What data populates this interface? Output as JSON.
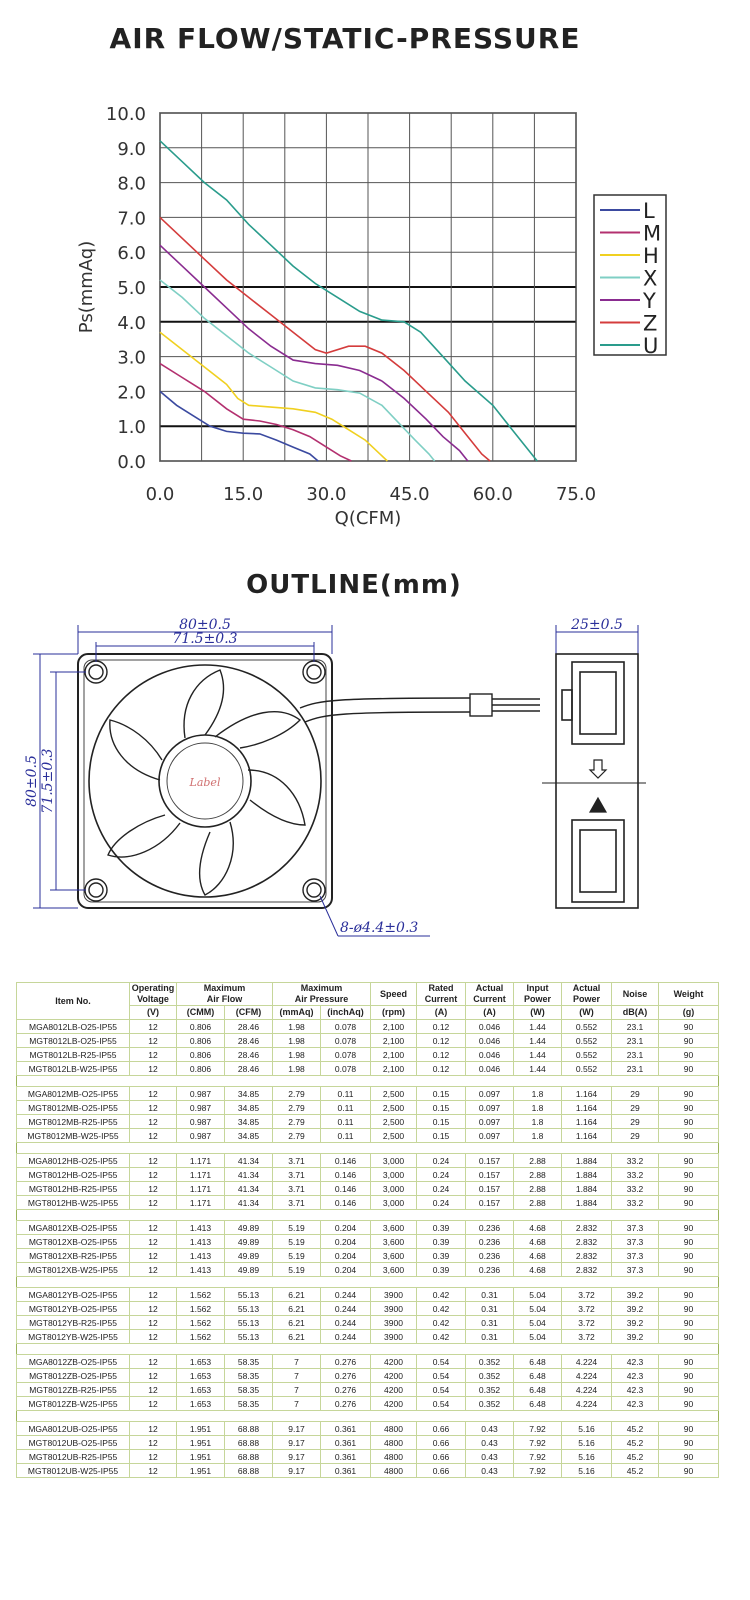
{
  "titles": {
    "chart_title": "AIR FLOW/STATIC-PRESSURE",
    "outline_title": "OUTLINE(mm)"
  },
  "chart_data": {
    "type": "line",
    "title": "AIR FLOW/STATIC-PRESSURE",
    "xlabel": "Q(CFM)",
    "ylabel": "Ps(mmAq)",
    "xlim": [
      0,
      75
    ],
    "ylim": [
      0,
      10
    ],
    "xticks": [
      "0.0",
      "15.0",
      "30.0",
      "45.0",
      "60.0",
      "75.0"
    ],
    "yticks": [
      "0.0",
      "1.0",
      "2.0",
      "3.0",
      "4.0",
      "5.0",
      "6.0",
      "7.0",
      "8.0",
      "9.0",
      "10.0"
    ],
    "grid": true,
    "legend": "right",
    "series": [
      {
        "name": "L",
        "color": "#3b4aa0",
        "points": [
          [
            0,
            2.0
          ],
          [
            3,
            1.6
          ],
          [
            6,
            1.3
          ],
          [
            9,
            1.0
          ],
          [
            12,
            0.85
          ],
          [
            15,
            0.8
          ],
          [
            18,
            0.78
          ],
          [
            21,
            0.6
          ],
          [
            24,
            0.4
          ],
          [
            27,
            0.2
          ],
          [
            28.5,
            0.0
          ]
        ]
      },
      {
        "name": "M",
        "color": "#b3306f",
        "points": [
          [
            0,
            2.8
          ],
          [
            4,
            2.4
          ],
          [
            8,
            2.0
          ],
          [
            12,
            1.5
          ],
          [
            15,
            1.2
          ],
          [
            18,
            1.15
          ],
          [
            21,
            1.05
          ],
          [
            24,
            0.9
          ],
          [
            27,
            0.7
          ],
          [
            30,
            0.4
          ],
          [
            32.5,
            0.15
          ],
          [
            34.5,
            0.0
          ]
        ]
      },
      {
        "name": "H",
        "color": "#f0d020",
        "points": [
          [
            0,
            3.7
          ],
          [
            4,
            3.2
          ],
          [
            8,
            2.7
          ],
          [
            12,
            2.2
          ],
          [
            14,
            1.8
          ],
          [
            16,
            1.6
          ],
          [
            20,
            1.55
          ],
          [
            24,
            1.5
          ],
          [
            28,
            1.4
          ],
          [
            31,
            1.2
          ],
          [
            34,
            0.9
          ],
          [
            37,
            0.6
          ],
          [
            39,
            0.3
          ],
          [
            41,
            0.0
          ]
        ]
      },
      {
        "name": "X",
        "color": "#7fcfc4",
        "points": [
          [
            0,
            5.2
          ],
          [
            4,
            4.7
          ],
          [
            8,
            4.1
          ],
          [
            12,
            3.6
          ],
          [
            16,
            3.1
          ],
          [
            20,
            2.7
          ],
          [
            24,
            2.3
          ],
          [
            28,
            2.1
          ],
          [
            32,
            2.05
          ],
          [
            36,
            1.95
          ],
          [
            40,
            1.6
          ],
          [
            43,
            1.1
          ],
          [
            46,
            0.6
          ],
          [
            48.5,
            0.2
          ],
          [
            49.5,
            0.0
          ]
        ]
      },
      {
        "name": "Y",
        "color": "#8a2c90",
        "points": [
          [
            0,
            6.2
          ],
          [
            4,
            5.6
          ],
          [
            8,
            5.0
          ],
          [
            12,
            4.4
          ],
          [
            16,
            3.8
          ],
          [
            20,
            3.3
          ],
          [
            24,
            2.9
          ],
          [
            28,
            2.8
          ],
          [
            32,
            2.75
          ],
          [
            36,
            2.6
          ],
          [
            40,
            2.3
          ],
          [
            44,
            1.8
          ],
          [
            48,
            1.2
          ],
          [
            51,
            0.7
          ],
          [
            54,
            0.3
          ],
          [
            55.5,
            0.0
          ]
        ]
      },
      {
        "name": "Z",
        "color": "#d43c3c",
        "points": [
          [
            0,
            7.0
          ],
          [
            4,
            6.4
          ],
          [
            8,
            5.8
          ],
          [
            12,
            5.2
          ],
          [
            16,
            4.7
          ],
          [
            20,
            4.2
          ],
          [
            24,
            3.7
          ],
          [
            28,
            3.2
          ],
          [
            30,
            3.1
          ],
          [
            34,
            3.3
          ],
          [
            37,
            3.3
          ],
          [
            40,
            3.1
          ],
          [
            44,
            2.6
          ],
          [
            48,
            2.0
          ],
          [
            52,
            1.4
          ],
          [
            55,
            0.8
          ],
          [
            58,
            0.2
          ],
          [
            59.5,
            0.0
          ]
        ]
      },
      {
        "name": "U",
        "color": "#2a9c8c",
        "points": [
          [
            0,
            9.2
          ],
          [
            4,
            8.6
          ],
          [
            8,
            8.0
          ],
          [
            12,
            7.5
          ],
          [
            16,
            6.8
          ],
          [
            20,
            6.2
          ],
          [
            24,
            5.6
          ],
          [
            28,
            5.1
          ],
          [
            32,
            4.7
          ],
          [
            36,
            4.3
          ],
          [
            40,
            4.05
          ],
          [
            44,
            4.0
          ],
          [
            47,
            3.7
          ],
          [
            51,
            3.0
          ],
          [
            55,
            2.3
          ],
          [
            60,
            1.6
          ],
          [
            63,
            1.0
          ],
          [
            66,
            0.4
          ],
          [
            68,
            0.0
          ]
        ]
      }
    ]
  },
  "outline": {
    "width_outer": "80±0.5",
    "width_inner": "71.5±0.3",
    "height_outer": "80±0.5",
    "height_inner": "71.5±0.3",
    "depth": "25±0.5",
    "holes": "8-ø4.4±0.3",
    "label": "Label"
  },
  "table": {
    "headers_top": [
      "Item No.",
      "Operating Voltage",
      "Maximum Air Flow",
      "Maximum Air Pressure",
      "Speed",
      "Rated Current",
      "Actual Current",
      "Input Power",
      "Actual Power",
      "Noise",
      "Weight"
    ],
    "units": [
      "(V)",
      "(CMM)",
      "(CFM)",
      "(mmAq)",
      "(inchAq)",
      "(rpm)",
      "(A)",
      "(A)",
      "(W)",
      "(W)",
      "dB(A)",
      "(g)"
    ],
    "groups": [
      [
        [
          "MGA8012LB-O25-IP55",
          "12",
          "0.806",
          "28.46",
          "1.98",
          "0.078",
          "2,100",
          "0.12",
          "0.046",
          "1.44",
          "0.552",
          "23.1",
          "90"
        ],
        [
          "MGT8012LB-O25-IP55",
          "12",
          "0.806",
          "28.46",
          "1.98",
          "0.078",
          "2,100",
          "0.12",
          "0.046",
          "1.44",
          "0.552",
          "23.1",
          "90"
        ],
        [
          "MGT8012LB-R25-IP55",
          "12",
          "0.806",
          "28.46",
          "1.98",
          "0.078",
          "2,100",
          "0.12",
          "0.046",
          "1.44",
          "0.552",
          "23.1",
          "90"
        ],
        [
          "MGT8012LB-W25-IP55",
          "12",
          "0.806",
          "28.46",
          "1.98",
          "0.078",
          "2,100",
          "0.12",
          "0.046",
          "1.44",
          "0.552",
          "23.1",
          "90"
        ]
      ],
      [
        [
          "MGA8012MB-O25-IP55",
          "12",
          "0.987",
          "34.85",
          "2.79",
          "0.11",
          "2,500",
          "0.15",
          "0.097",
          "1.8",
          "1.164",
          "29",
          "90"
        ],
        [
          "MGT8012MB-O25-IP55",
          "12",
          "0.987",
          "34.85",
          "2.79",
          "0.11",
          "2,500",
          "0.15",
          "0.097",
          "1.8",
          "1.164",
          "29",
          "90"
        ],
        [
          "MGT8012MB-R25-IP55",
          "12",
          "0.987",
          "34.85",
          "2.79",
          "0.11",
          "2,500",
          "0.15",
          "0.097",
          "1.8",
          "1.164",
          "29",
          "90"
        ],
        [
          "MGT8012MB-W25-IP55",
          "12",
          "0.987",
          "34.85",
          "2.79",
          "0.11",
          "2,500",
          "0.15",
          "0.097",
          "1.8",
          "1.164",
          "29",
          "90"
        ]
      ],
      [
        [
          "MGA8012HB-O25-IP55",
          "12",
          "1.171",
          "41.34",
          "3.71",
          "0.146",
          "3,000",
          "0.24",
          "0.157",
          "2.88",
          "1.884",
          "33.2",
          "90"
        ],
        [
          "MGT8012HB-O25-IP55",
          "12",
          "1.171",
          "41.34",
          "3.71",
          "0.146",
          "3,000",
          "0.24",
          "0.157",
          "2.88",
          "1.884",
          "33.2",
          "90"
        ],
        [
          "MGT8012HB-R25-IP55",
          "12",
          "1.171",
          "41.34",
          "3.71",
          "0.146",
          "3,000",
          "0.24",
          "0.157",
          "2.88",
          "1.884",
          "33.2",
          "90"
        ],
        [
          "MGT8012HB-W25-IP55",
          "12",
          "1.171",
          "41.34",
          "3.71",
          "0.146",
          "3,000",
          "0.24",
          "0.157",
          "2.88",
          "1.884",
          "33.2",
          "90"
        ]
      ],
      [
        [
          "MGA8012XB-O25-IP55",
          "12",
          "1.413",
          "49.89",
          "5.19",
          "0.204",
          "3,600",
          "0.39",
          "0.236",
          "4.68",
          "2.832",
          "37.3",
          "90"
        ],
        [
          "MGT8012XB-O25-IP55",
          "12",
          "1.413",
          "49.89",
          "5.19",
          "0.204",
          "3,600",
          "0.39",
          "0.236",
          "4.68",
          "2.832",
          "37.3",
          "90"
        ],
        [
          "MGT8012XB-R25-IP55",
          "12",
          "1.413",
          "49.89",
          "5.19",
          "0.204",
          "3,600",
          "0.39",
          "0.236",
          "4.68",
          "2.832",
          "37.3",
          "90"
        ],
        [
          "MGT8012XB-W25-IP55",
          "12",
          "1.413",
          "49.89",
          "5.19",
          "0.204",
          "3,600",
          "0.39",
          "0.236",
          "4.68",
          "2.832",
          "37.3",
          "90"
        ]
      ],
      [
        [
          "MGA8012YB-O25-IP55",
          "12",
          "1.562",
          "55.13",
          "6.21",
          "0.244",
          "3900",
          "0.42",
          "0.31",
          "5.04",
          "3.72",
          "39.2",
          "90"
        ],
        [
          "MGT8012YB-O25-IP55",
          "12",
          "1.562",
          "55.13",
          "6.21",
          "0.244",
          "3900",
          "0.42",
          "0.31",
          "5.04",
          "3.72",
          "39.2",
          "90"
        ],
        [
          "MGT8012YB-R25-IP55",
          "12",
          "1.562",
          "55.13",
          "6.21",
          "0.244",
          "3900",
          "0.42",
          "0.31",
          "5.04",
          "3.72",
          "39.2",
          "90"
        ],
        [
          "MGT8012YB-W25-IP55",
          "12",
          "1.562",
          "55.13",
          "6.21",
          "0.244",
          "3900",
          "0.42",
          "0.31",
          "5.04",
          "3.72",
          "39.2",
          "90"
        ]
      ],
      [
        [
          "MGA8012ZB-O25-IP55",
          "12",
          "1.653",
          "58.35",
          "7",
          "0.276",
          "4200",
          "0.54",
          "0.352",
          "6.48",
          "4.224",
          "42.3",
          "90"
        ],
        [
          "MGT8012ZB-O25-IP55",
          "12",
          "1.653",
          "58.35",
          "7",
          "0.276",
          "4200",
          "0.54",
          "0.352",
          "6.48",
          "4.224",
          "42.3",
          "90"
        ],
        [
          "MGT8012ZB-R25-IP55",
          "12",
          "1.653",
          "58.35",
          "7",
          "0.276",
          "4200",
          "0.54",
          "0.352",
          "6.48",
          "4.224",
          "42.3",
          "90"
        ],
        [
          "MGT8012ZB-W25-IP55",
          "12",
          "1.653",
          "58.35",
          "7",
          "0.276",
          "4200",
          "0.54",
          "0.352",
          "6.48",
          "4.224",
          "42.3",
          "90"
        ]
      ],
      [
        [
          "MGA8012UB-O25-IP55",
          "12",
          "1.951",
          "68.88",
          "9.17",
          "0.361",
          "4800",
          "0.66",
          "0.43",
          "7.92",
          "5.16",
          "45.2",
          "90"
        ],
        [
          "MGT8012UB-O25-IP55",
          "12",
          "1.951",
          "68.88",
          "9.17",
          "0.361",
          "4800",
          "0.66",
          "0.43",
          "7.92",
          "5.16",
          "45.2",
          "90"
        ],
        [
          "MGT8012UB-R25-IP55",
          "12",
          "1.951",
          "68.88",
          "9.17",
          "0.361",
          "4800",
          "0.66",
          "0.43",
          "7.92",
          "5.16",
          "45.2",
          "90"
        ],
        [
          "MGT8012UB-W25-IP55",
          "12",
          "1.951",
          "68.88",
          "9.17",
          "0.361",
          "4800",
          "0.66",
          "0.43",
          "7.92",
          "5.16",
          "45.2",
          "90"
        ]
      ]
    ]
  }
}
